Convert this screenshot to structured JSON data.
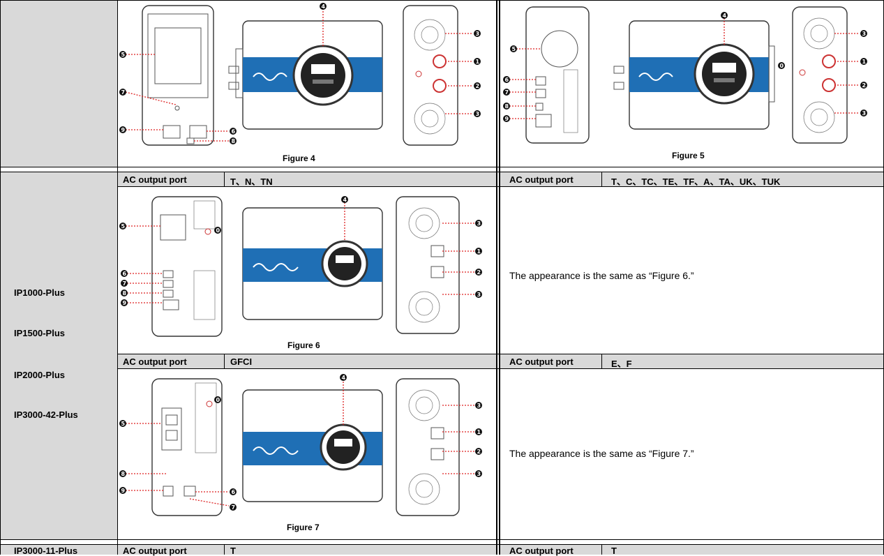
{
  "rows": {
    "top": {
      "fig_left_caption": "Figure 4",
      "fig_right_caption": "Figure 5"
    },
    "middle": {
      "models": [
        "IP1000-Plus",
        "IP1500-Plus",
        "IP2000-Plus",
        "IP3000-42-Plus"
      ],
      "left_a": {
        "header_label": "AC output port",
        "header_value": "T、N、TN",
        "caption": "Figure 6"
      },
      "right_a": {
        "header_label": "AC output port",
        "header_value": "T、C、TC、TE、TF、A、TA、UK、TUK",
        "note": "The appearance is the same as “Figure 6.”"
      },
      "left_b": {
        "header_label": "AC output port",
        "header_value": "GFCI",
        "caption": "Figure 7"
      },
      "right_b": {
        "header_label": "AC output port",
        "header_value": "E、F",
        "note": "The appearance is the same as “Figure 7.”"
      }
    },
    "bottom": {
      "model": "IP3000-11-Plus",
      "left": {
        "header_label": "AC output port",
        "header_value": "T"
      },
      "right": {
        "header_label": "AC output port",
        "header_value": "T"
      }
    }
  },
  "icons": {
    "device_diagram": "inverter-drawing",
    "callout": "numbered-callout"
  },
  "colors": {
    "header_bg": "#d9d9d9",
    "blue_band": "#1f6fb5",
    "leader": "#dd2222"
  }
}
